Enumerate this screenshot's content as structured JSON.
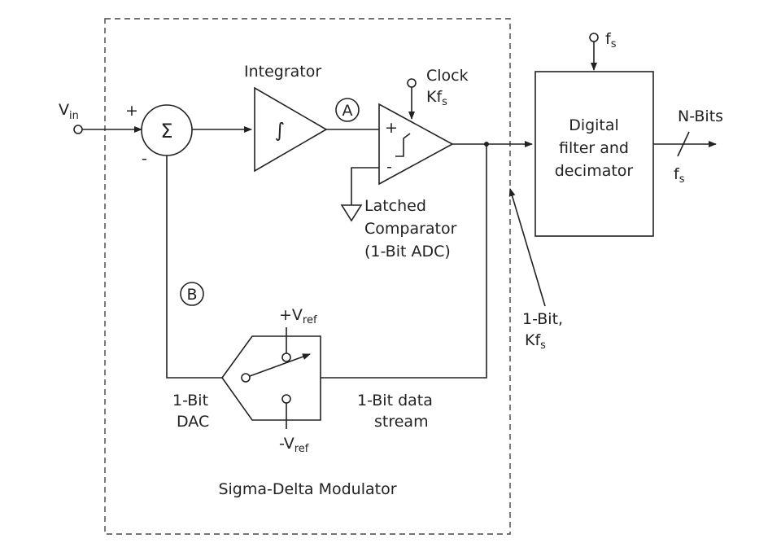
{
  "labels": {
    "vin_main": "V",
    "vin_sub": "in",
    "plus_sum": "+",
    "minus_sum": "-",
    "sigma": "Σ",
    "integrator": "Integrator",
    "integral": "∫",
    "node_a": "A",
    "node_b": "B",
    "comp_plus": "+",
    "comp_minus": "-",
    "clock_line1": "Clock",
    "clock_line2_main": "Kf",
    "clock_line2_sub": "s",
    "latched_line1": "Latched",
    "latched_line2": "Comparator",
    "latched_line3": "(1-Bit ADC)",
    "vref_plus_main": "+V",
    "vref_plus_sub": "ref",
    "vref_minus_main": "-V",
    "vref_minus_sub": "ref",
    "dac_line1": "1-Bit",
    "dac_line2": "DAC",
    "stream_line1": "1-Bit data",
    "stream_line2": "stream",
    "modulator": "Sigma-Delta Modulator",
    "onebit_line1": "1-Bit,",
    "onebit_line2_main": "Kf",
    "onebit_line2_sub": "s",
    "fs_top_main": "f",
    "fs_top_sub": "s",
    "filter_line1": "Digital",
    "filter_line2": "filter and",
    "filter_line3": "decimator",
    "nbits": "N-Bits",
    "fs_out_main": "f",
    "fs_out_sub": "s"
  }
}
